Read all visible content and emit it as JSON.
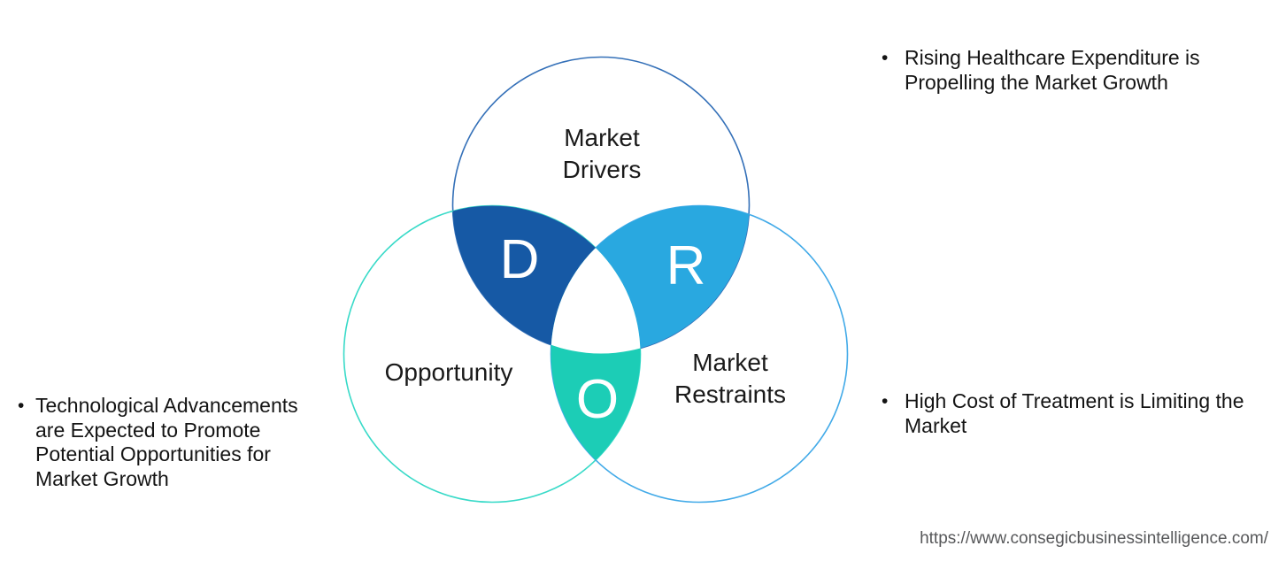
{
  "venn": {
    "circles": {
      "top": {
        "label_lines": [
          "Market",
          "Drivers"
        ]
      },
      "bottom_left": {
        "label": "Opportunity"
      },
      "bottom_right": {
        "label_lines": [
          "Market",
          "Restraints"
        ]
      }
    },
    "letters": {
      "drivers": "D",
      "restraints": "R",
      "opportunity": "O"
    }
  },
  "colors": {
    "top_circle_stroke": "#3470b8",
    "bottom_left_circle_stroke": "#38dac8",
    "bottom_right_circle_stroke": "#42aae8",
    "drivers_overlap_fill": "#1659a5",
    "restraints_overlap_fill": "#29a8e0",
    "opportunity_overlap_fill": "#1ccdb6"
  },
  "bullets": {
    "marker": "•",
    "left": {
      "lines": [
        "Technological Advancements",
        "are Expected to Promote",
        "Potential Opportunities for",
        "Market Growth"
      ]
    },
    "right_top": {
      "lines": [
        "Rising Healthcare Expenditure is",
        "Propelling the Market Growth"
      ]
    },
    "right_bottom": {
      "lines": [
        "High Cost of Treatment is Limiting the",
        "Market"
      ]
    }
  },
  "footer": {
    "url": "https://www.consegicbusinessintelligence.com/"
  }
}
